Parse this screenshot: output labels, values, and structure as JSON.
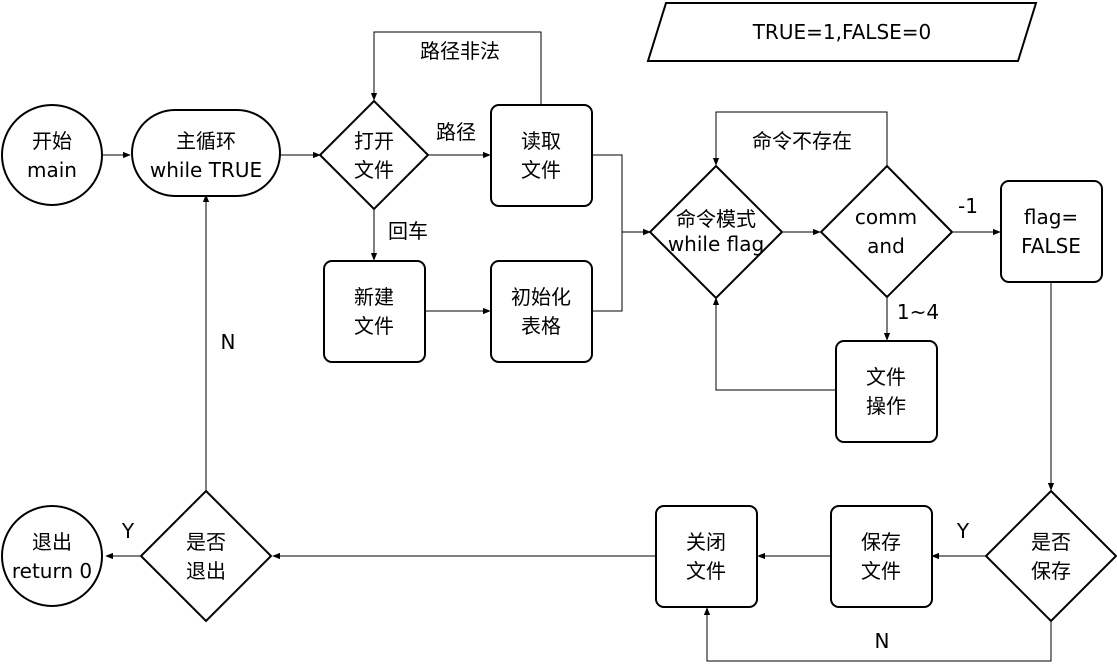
{
  "nodes": {
    "start": {
      "line1": "开始",
      "line2": "main"
    },
    "main_loop": {
      "line1": "主循环",
      "line2": "while TRUE"
    },
    "open_file": {
      "line1": "打开",
      "line2": "文件"
    },
    "read_file": {
      "line1": "读取",
      "line2": "文件"
    },
    "new_file": {
      "line1": "新建",
      "line2": "文件"
    },
    "init_table": {
      "line1": "初始化",
      "line2": "表格"
    },
    "cmd_mode": {
      "line1": "命令模式",
      "line2": "while flag"
    },
    "command": {
      "line1": "comm",
      "line2": "and"
    },
    "set_flag": {
      "line1": "flag=",
      "line2": "FALSE"
    },
    "file_op": {
      "line1": "文件",
      "line2": "操作"
    },
    "ask_save": {
      "line1": "是否",
      "line2": "保存"
    },
    "save_file": {
      "line1": "保存",
      "line2": "文件"
    },
    "close_file": {
      "line1": "关闭",
      "line2": "文件"
    },
    "ask_exit": {
      "line1": "是否",
      "line2": "退出"
    },
    "exit": {
      "line1": "退出",
      "line2": "return 0"
    },
    "note": {
      "text": "TRUE=1,FALSE=0"
    }
  },
  "edges": {
    "invalid_path": "路径非法",
    "path": "路径",
    "enter": "回车",
    "cmd_not_exist": "命令不存在",
    "minus_one": "-1",
    "one_to_four": "1~4",
    "save_yes": "Y",
    "save_no": "N",
    "exit_yes": "Y",
    "exit_no": "N"
  },
  "colors": {
    "stroke": "#000000",
    "fill": "#ffffff",
    "text": "#000000"
  }
}
